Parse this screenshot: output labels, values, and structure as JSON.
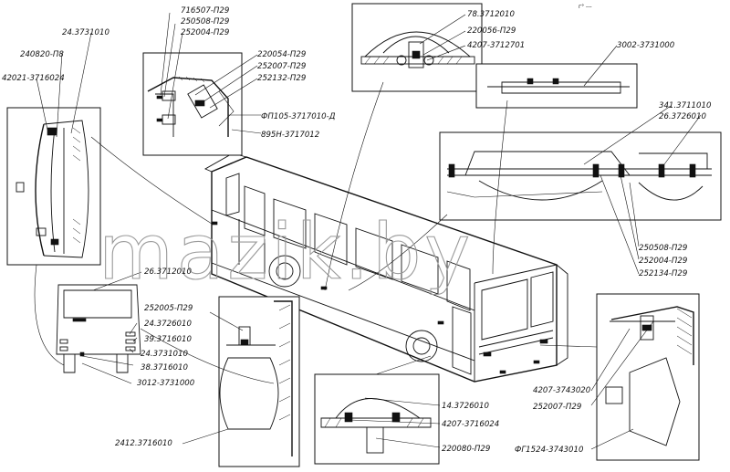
{
  "watermark": "mazik.by",
  "corner_mark": "г° ---",
  "labels": {
    "top_left_group": [
      "716507-П29",
      "250508-П29",
      "252004-П29"
    ],
    "bracket_group": [
      "220054-П29",
      "252007-П29",
      "252132-П29"
    ],
    "bracket_bottom": [
      "ФП105-3717010-Д",
      "895Н-3717012"
    ],
    "left_lamp": [
      "24.3731010",
      "240820-П8",
      "42021-3716024"
    ],
    "top_center": [
      "78.3712010",
      "220056-П29",
      "4207-3712701"
    ],
    "top_right_strip": "3002-3731000",
    "right_lamp_parts": [
      "341.3711010",
      "26.3726010"
    ],
    "right_lamp_bottom": [
      "250508-П29",
      "252004-П29",
      "252134-П29"
    ],
    "rear_view_top": "26.3712010",
    "rear_view": [
      "252005-П29",
      "24.3726010",
      "39.3716010",
      "24.3731010",
      "38.3716010",
      "3012-3731000"
    ],
    "rear_lamp_bottom": "2412.3716010",
    "bottom_center": [
      "14.3726010",
      "4207-3716024",
      "220080-П29"
    ],
    "bottom_right": [
      "4207-3743020",
      "252007-П29",
      "ФГ1524-3743010"
    ]
  }
}
